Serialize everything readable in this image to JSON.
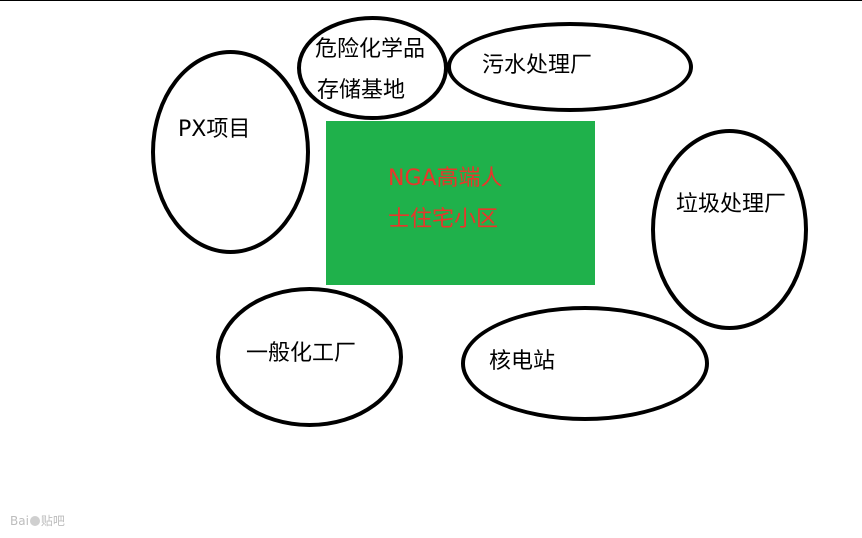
{
  "colors": {
    "green_fill": "#1fb14b",
    "center_text": "#e8362b",
    "outline": "#000000"
  },
  "center": {
    "line1": "NGA高端人",
    "line2": "士住宅小区"
  },
  "nodes": {
    "hazardous_chem": {
      "line1": "危险化学品",
      "line2": "存储基地"
    },
    "sewage": {
      "label": "污水处理厂"
    },
    "px": {
      "label": "PX项目"
    },
    "garbage": {
      "label": "垃圾处理厂"
    },
    "chemical": {
      "label": "一般化工厂"
    },
    "nuclear": {
      "label": "核电站"
    }
  },
  "watermark": {
    "brand_left": "Bai",
    "brand_right": "贴吧"
  }
}
